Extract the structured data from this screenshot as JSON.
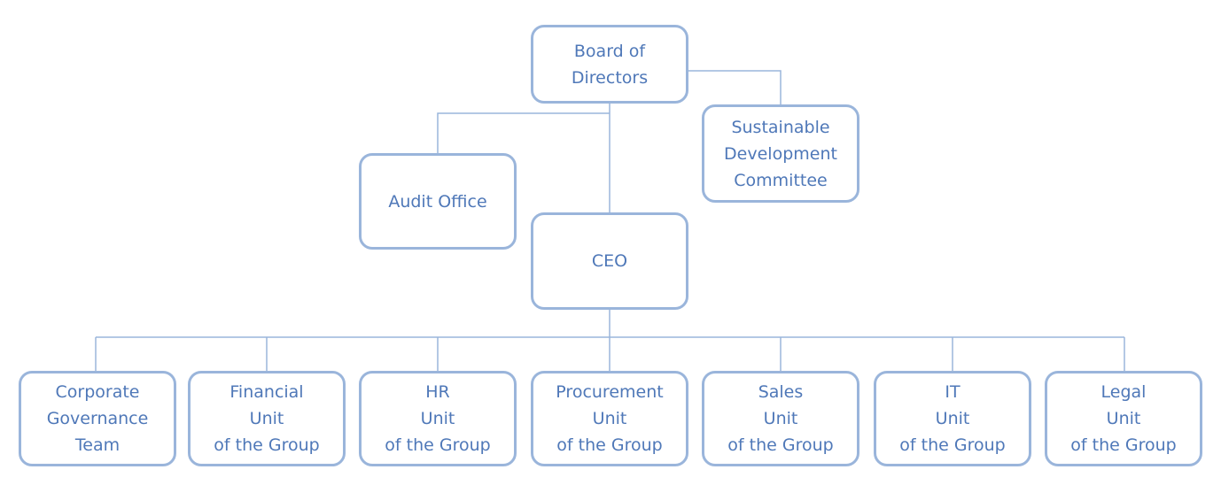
{
  "nodes": {
    "board": {
      "lines": [
        "Board of",
        "Directors"
      ]
    },
    "sustainable": {
      "lines": [
        "Sustainable",
        "Development",
        "Committee"
      ]
    },
    "audit": {
      "lines": [
        "Audit Office"
      ]
    },
    "ceo": {
      "lines": [
        "CEO"
      ]
    },
    "units": [
      {
        "lines": [
          "Corporate",
          "Governance",
          "Team"
        ]
      },
      {
        "lines": [
          "Financial",
          "Unit",
          "of the Group"
        ]
      },
      {
        "lines": [
          "HR",
          "Unit",
          "of the Group"
        ]
      },
      {
        "lines": [
          "Procurement",
          "Unit",
          "of the Group"
        ]
      },
      {
        "lines": [
          "Sales",
          "Unit",
          "of the Group"
        ]
      },
      {
        "lines": [
          "IT",
          "Unit",
          "of the Group"
        ]
      },
      {
        "lines": [
          "Legal",
          "Unit",
          "of the Group"
        ]
      }
    ]
  },
  "colors": {
    "border": "#9ab5db",
    "connector": "#9ab5db",
    "text": "#4f78b8"
  }
}
